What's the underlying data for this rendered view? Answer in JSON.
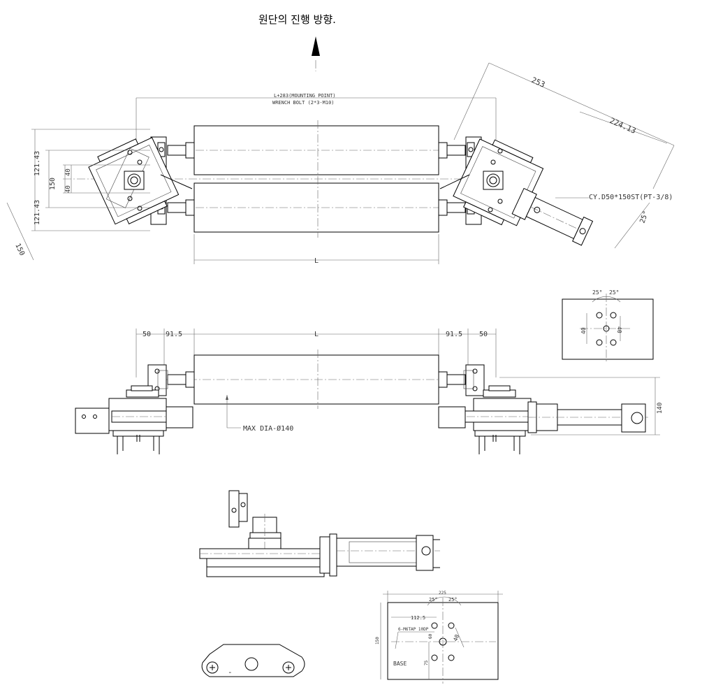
{
  "title": "원단의 진행 방향.",
  "top_view": {
    "mounting_point": "L+283(MOUNTING POINT)",
    "wrench_bolt": "WRENCH  BOLT (2*3-M10)",
    "dim_253": "253",
    "dim_224": "224.13",
    "cylinder": "CY.D50*150ST(PT-3/8)",
    "angle_25": "25°",
    "dim_121a": "121.43",
    "dim_121b": "121.43",
    "dim_150": "150",
    "dim_40a": "40",
    "dim_40b": "40",
    "dim_150_diag": "150",
    "dim_L": "L"
  },
  "front_view": {
    "dim_50_left": "50",
    "dim_915_left": "91.5",
    "dim_L": "L",
    "dim_915_right": "91.5",
    "dim_50_right": "50",
    "max_dia": "MAX DIA-Ø140",
    "dim_140": "140"
  },
  "detail_top_right": {
    "angle_left": "25°",
    "angle_right": "25°",
    "dim_40_left": "40",
    "dim_40_right": "40"
  },
  "base_plate": {
    "dim_width": "225",
    "angle_left": "25°",
    "angle_right": "25°",
    "dim_1125": "112.5",
    "tap": "6-M6TAP 10DP",
    "dim_40": "40",
    "dim_height": "150",
    "dim_small": "60",
    "dim_75": "75",
    "label": "BASE"
  },
  "bracket": {
    "minus": "-"
  }
}
